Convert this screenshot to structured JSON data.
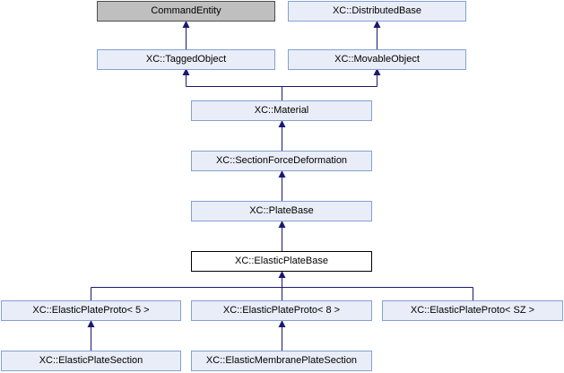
{
  "nodes": {
    "command_entity": "CommandEntity",
    "distributed_base": "XC::DistributedBase",
    "tagged_object": "XC::TaggedObject",
    "movable_object": "XC::MovableObject",
    "material": "XC::Material",
    "section_force_deformation": "XC::SectionForceDeformation",
    "plate_base": "XC::PlateBase",
    "elastic_plate_base": "XC::ElasticPlateBase",
    "elastic_plate_proto_5": "XC::ElasticPlateProto< 5 >",
    "elastic_plate_proto_8": "XC::ElasticPlateProto< 8 >",
    "elastic_plate_proto_sz": "XC::ElasticPlateProto< SZ >",
    "elastic_plate_section": "XC::ElasticPlateSection",
    "elastic_membrane_plate_section": "XC::ElasticMembranePlateSection"
  },
  "colors": {
    "node_fill": "#e8edf7",
    "node_border": "#84a0d2",
    "root_fill": "#bfbfbf",
    "edge": "#191970"
  }
}
